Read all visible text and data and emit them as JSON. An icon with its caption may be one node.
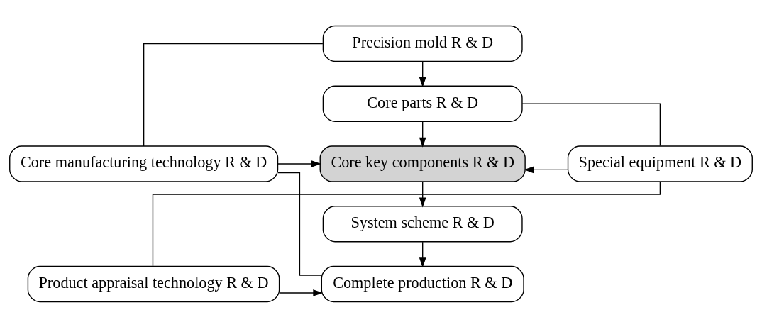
{
  "diagram": {
    "nodes": [
      {
        "text": [
          "Precision mold R & D"
        ]
      },
      {
        "text": [
          "Core parts R & D"
        ]
      },
      {
        "text": [
          "Core manufacturing technology R & D"
        ]
      },
      {
        "text": [
          "Core key components R & D"
        ]
      },
      {
        "text": [
          "Special equipment R & D"
        ]
      },
      {
        "text": [
          "System scheme R & D"
        ]
      },
      {
        "text": [
          "Product appraisal technology R & D"
        ]
      },
      {
        "text": [
          "Complete production R & D"
        ]
      }
    ],
    "edges": [
      {
        "from": 0,
        "to": 1,
        "arrow": "to"
      },
      {
        "from": 1,
        "to": 3,
        "arrow": "to"
      },
      {
        "from": 2,
        "to": 3,
        "arrow": "to"
      },
      {
        "from": 4,
        "to": 3,
        "arrow": "to"
      },
      {
        "from": 3,
        "to": 5,
        "arrow": "to"
      },
      {
        "from": 5,
        "to": 7,
        "arrow": "to"
      },
      {
        "from": 6,
        "to": 7,
        "arrow": "to"
      },
      {
        "from": 0,
        "to": 2,
        "arrow": "none"
      },
      {
        "from": 2,
        "to": 7,
        "arrow": "none"
      },
      {
        "from": 1,
        "to": 4,
        "arrow": "none"
      },
      {
        "from": 4,
        "to": 6,
        "arrow": "none"
      }
    ]
  }
}
